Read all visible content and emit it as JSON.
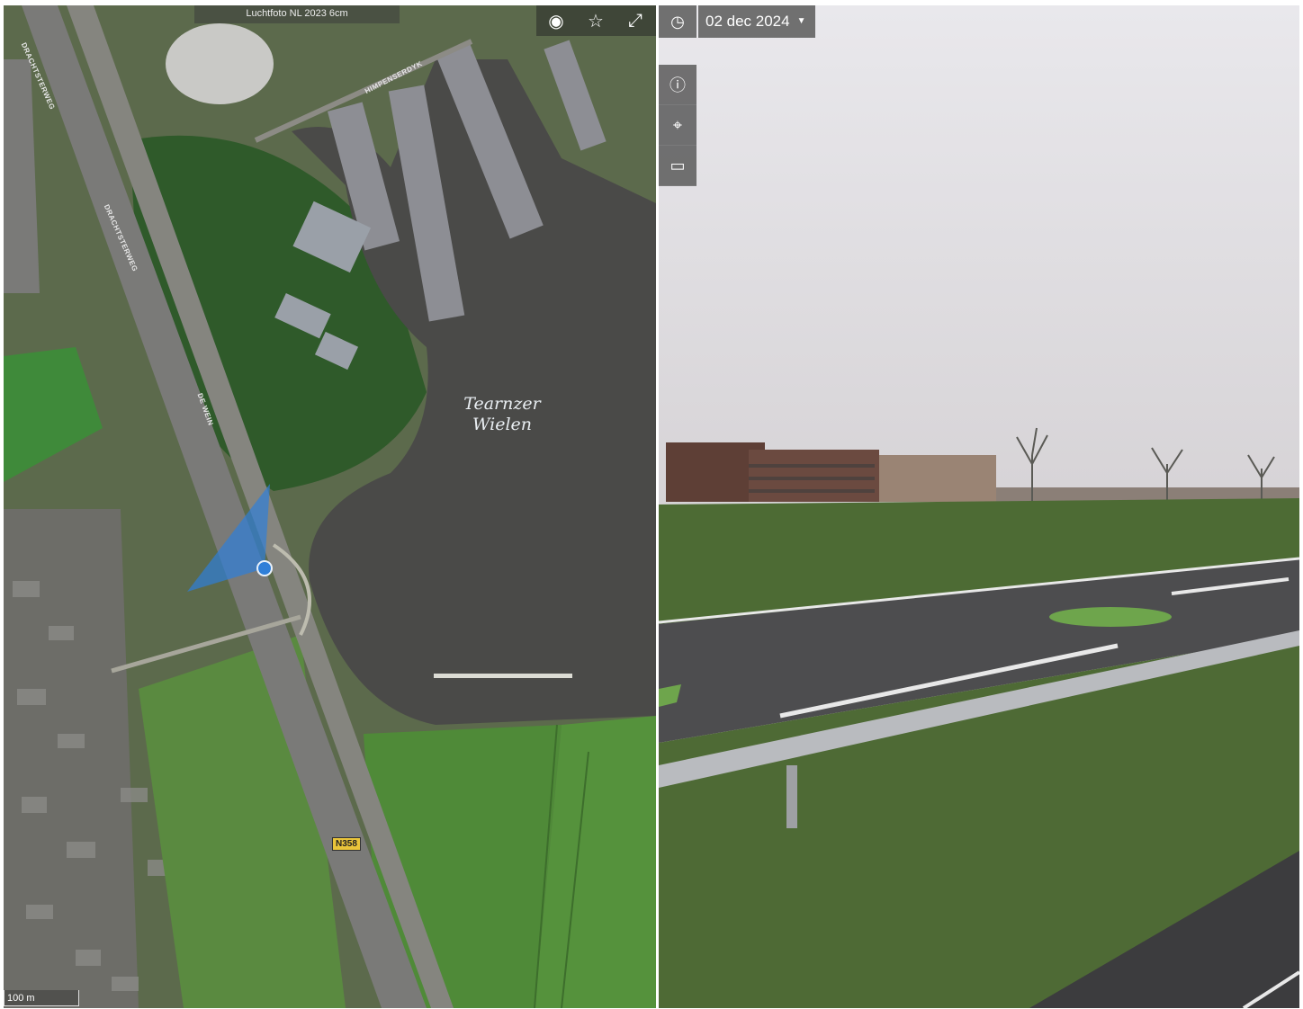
{
  "map": {
    "layer_label": "Luchtfoto NL 2023 6cm",
    "lake_label_line1": "Tearnzer",
    "lake_label_line2": "Wielen",
    "scale_label": "100 m",
    "road_badge": "N358",
    "street_labels": {
      "a": "DRACHTSTERWEG",
      "b": "HIMPENSERDYK",
      "c": "DRACHTSTERWEG",
      "d": "DE WEIN"
    },
    "toolbar": {
      "visibility_icon": "eye-icon",
      "favorite_icon": "star-icon",
      "expand_icon": "expand-icon"
    },
    "colors": {
      "viewcone": "#2f7fd8",
      "water": "#4a4a48",
      "field": "#4f8a38"
    }
  },
  "street_view": {
    "date_label": "02 dec 2024",
    "history_icon": "clock-search-icon",
    "side_tools": [
      {
        "icon": "info-icon",
        "glyph": "ⓘ"
      },
      {
        "icon": "crosshair-icon",
        "glyph": "⌖"
      },
      {
        "icon": "comment-icon",
        "glyph": "▭"
      }
    ]
  }
}
